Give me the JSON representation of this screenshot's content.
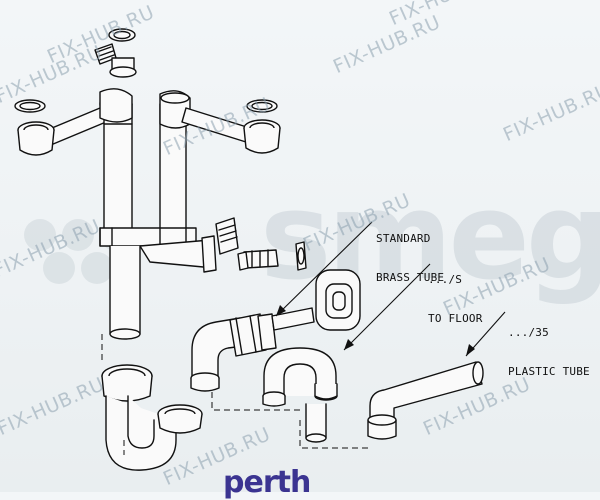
{
  "diagram": {
    "callouts": {
      "brass_tube_line1": "STANDARD",
      "brass_tube_line2": "BRASS TUBE",
      "floor_line1": ".../S",
      "floor_line2": "TO FLOOR",
      "plastic_line1": ".../35",
      "plastic_line2": "PLASTIC TUBE"
    },
    "watermark_text": "FIX-HUB.RU",
    "background_logo_text": "smeg",
    "brand_logo_text": "perth"
  },
  "colors": {
    "line": "#111111",
    "pipe_fill": "#fafafa",
    "watermark": "#9fb2bf",
    "logo_bg": "#c9d2d8",
    "brand": "#3b3491"
  }
}
